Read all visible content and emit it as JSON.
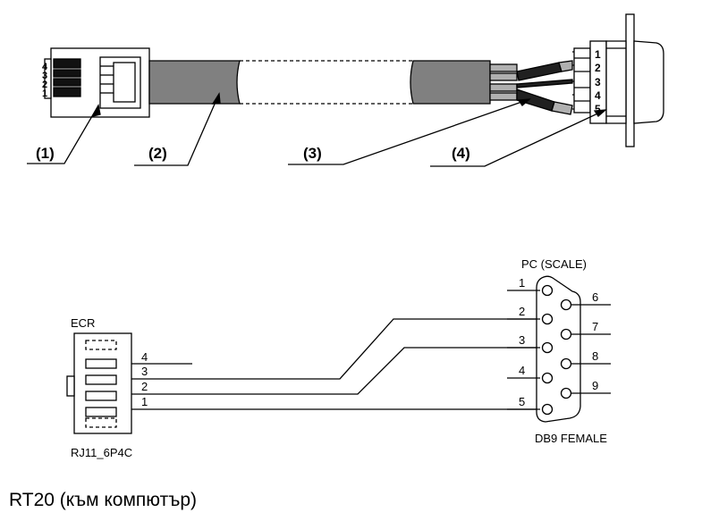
{
  "caption": "RT20 (към компютър)",
  "cable": {
    "callouts": [
      "(1)",
      "(2)",
      "(3)",
      "(4)"
    ],
    "rj_pins": [
      "4",
      "3",
      "2",
      "1"
    ],
    "db9_pins": [
      "1",
      "2",
      "3",
      "4",
      "5"
    ]
  },
  "schematic": {
    "left_title": "ECR",
    "left_part": "RJ11_6P4C",
    "left_pins": [
      "4",
      "3",
      "2",
      "1"
    ],
    "right_title": "PC (SCALE)",
    "right_part": "DB9 FEMALE",
    "right_pins_left": [
      "1",
      "2",
      "3",
      "4",
      "5"
    ],
    "right_pins_right": [
      "6",
      "7",
      "8",
      "9"
    ]
  },
  "colors": {
    "line": "#000000",
    "cable_jacket": "#808080",
    "wire_dark": "#202020",
    "wire_light": "#b0b0b0"
  }
}
